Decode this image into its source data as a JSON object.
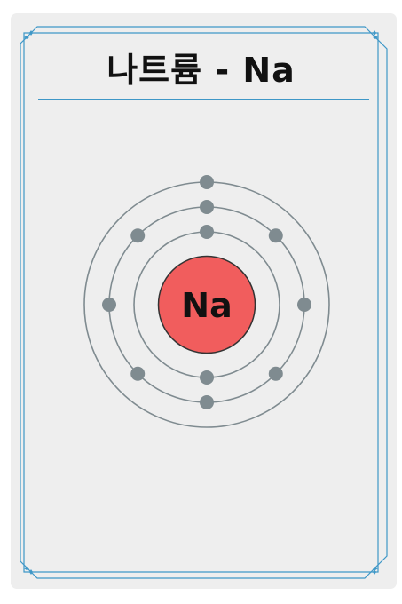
{
  "element": {
    "name_korean": "나트륨",
    "symbol": "Na",
    "title_separator": "-"
  },
  "shells": {
    "electron_counts": [
      2,
      8,
      1
    ]
  },
  "colors": {
    "card_background": "#eeeeee",
    "border": "#3e97c7",
    "nucleus_fill": "#f15d5d",
    "orbit": "#7f8b90",
    "electron": "#7f8b90",
    "text": "#111111"
  }
}
